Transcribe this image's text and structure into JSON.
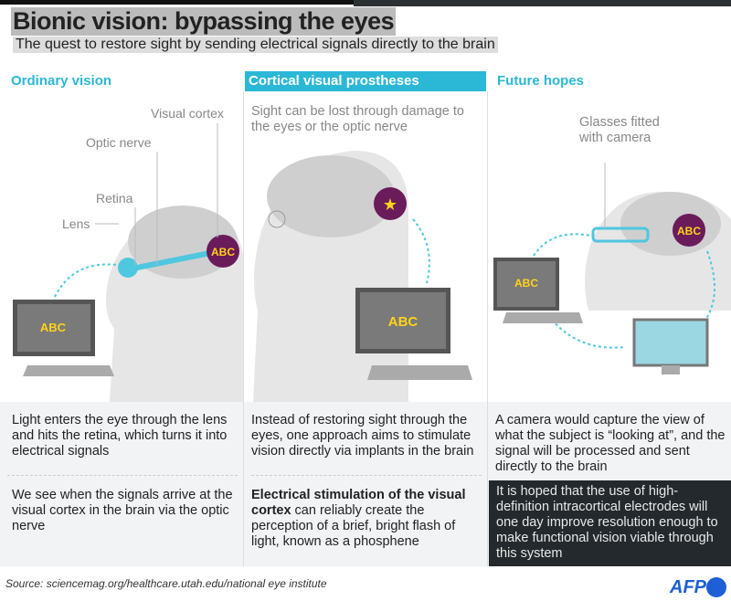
{
  "header": {
    "title": "Bionic vision: bypassing the eyes",
    "subtitle": "The quest to restore sight by sending electrical signals directly to the brain"
  },
  "columns": [
    {
      "heading": "Ordinary vision",
      "labels": {
        "visual_cortex": "Visual cortex",
        "optic_nerve": "Optic nerve",
        "retina": "Retina",
        "lens": "Lens",
        "screen": "ABC",
        "brain": "ABC"
      },
      "text1": "Light enters the eye through the lens and hits the retina, which turns it into electrical signals",
      "text2": "We see when the signals arrive at the visual cortex in the brain via the optic nerve"
    },
    {
      "heading": "Cortical visual prostheses",
      "labels": {
        "caption": "Sight can be lost through damage to the eyes or the optic nerve",
        "screen": "ABC"
      },
      "text1": "Instead of restoring sight through the eyes, one approach aims to stimulate vision directly via implants in the brain",
      "text2_bold": "Electrical stimulation of the visual cortex",
      "text2": " can reliably create the perception of a brief, bright flash of light, known as a phosphene"
    },
    {
      "heading": "Future hopes",
      "labels": {
        "glasses": "Glasses fitted with camera",
        "screen": "ABC",
        "brain": "ABC"
      },
      "text1": "A camera would capture the view of what the subject is “looking at”, and the signal will be processed and sent directly to the brain",
      "text2": "It is hoped that the use of high-definition intracortical electrodes will one day improve resolution enough to make functional vision viable through this system"
    }
  ],
  "footer": {
    "source": "Source: sciencemag.org/healthcare.utah.edu/national eye institute",
    "logo": "AFP"
  }
}
